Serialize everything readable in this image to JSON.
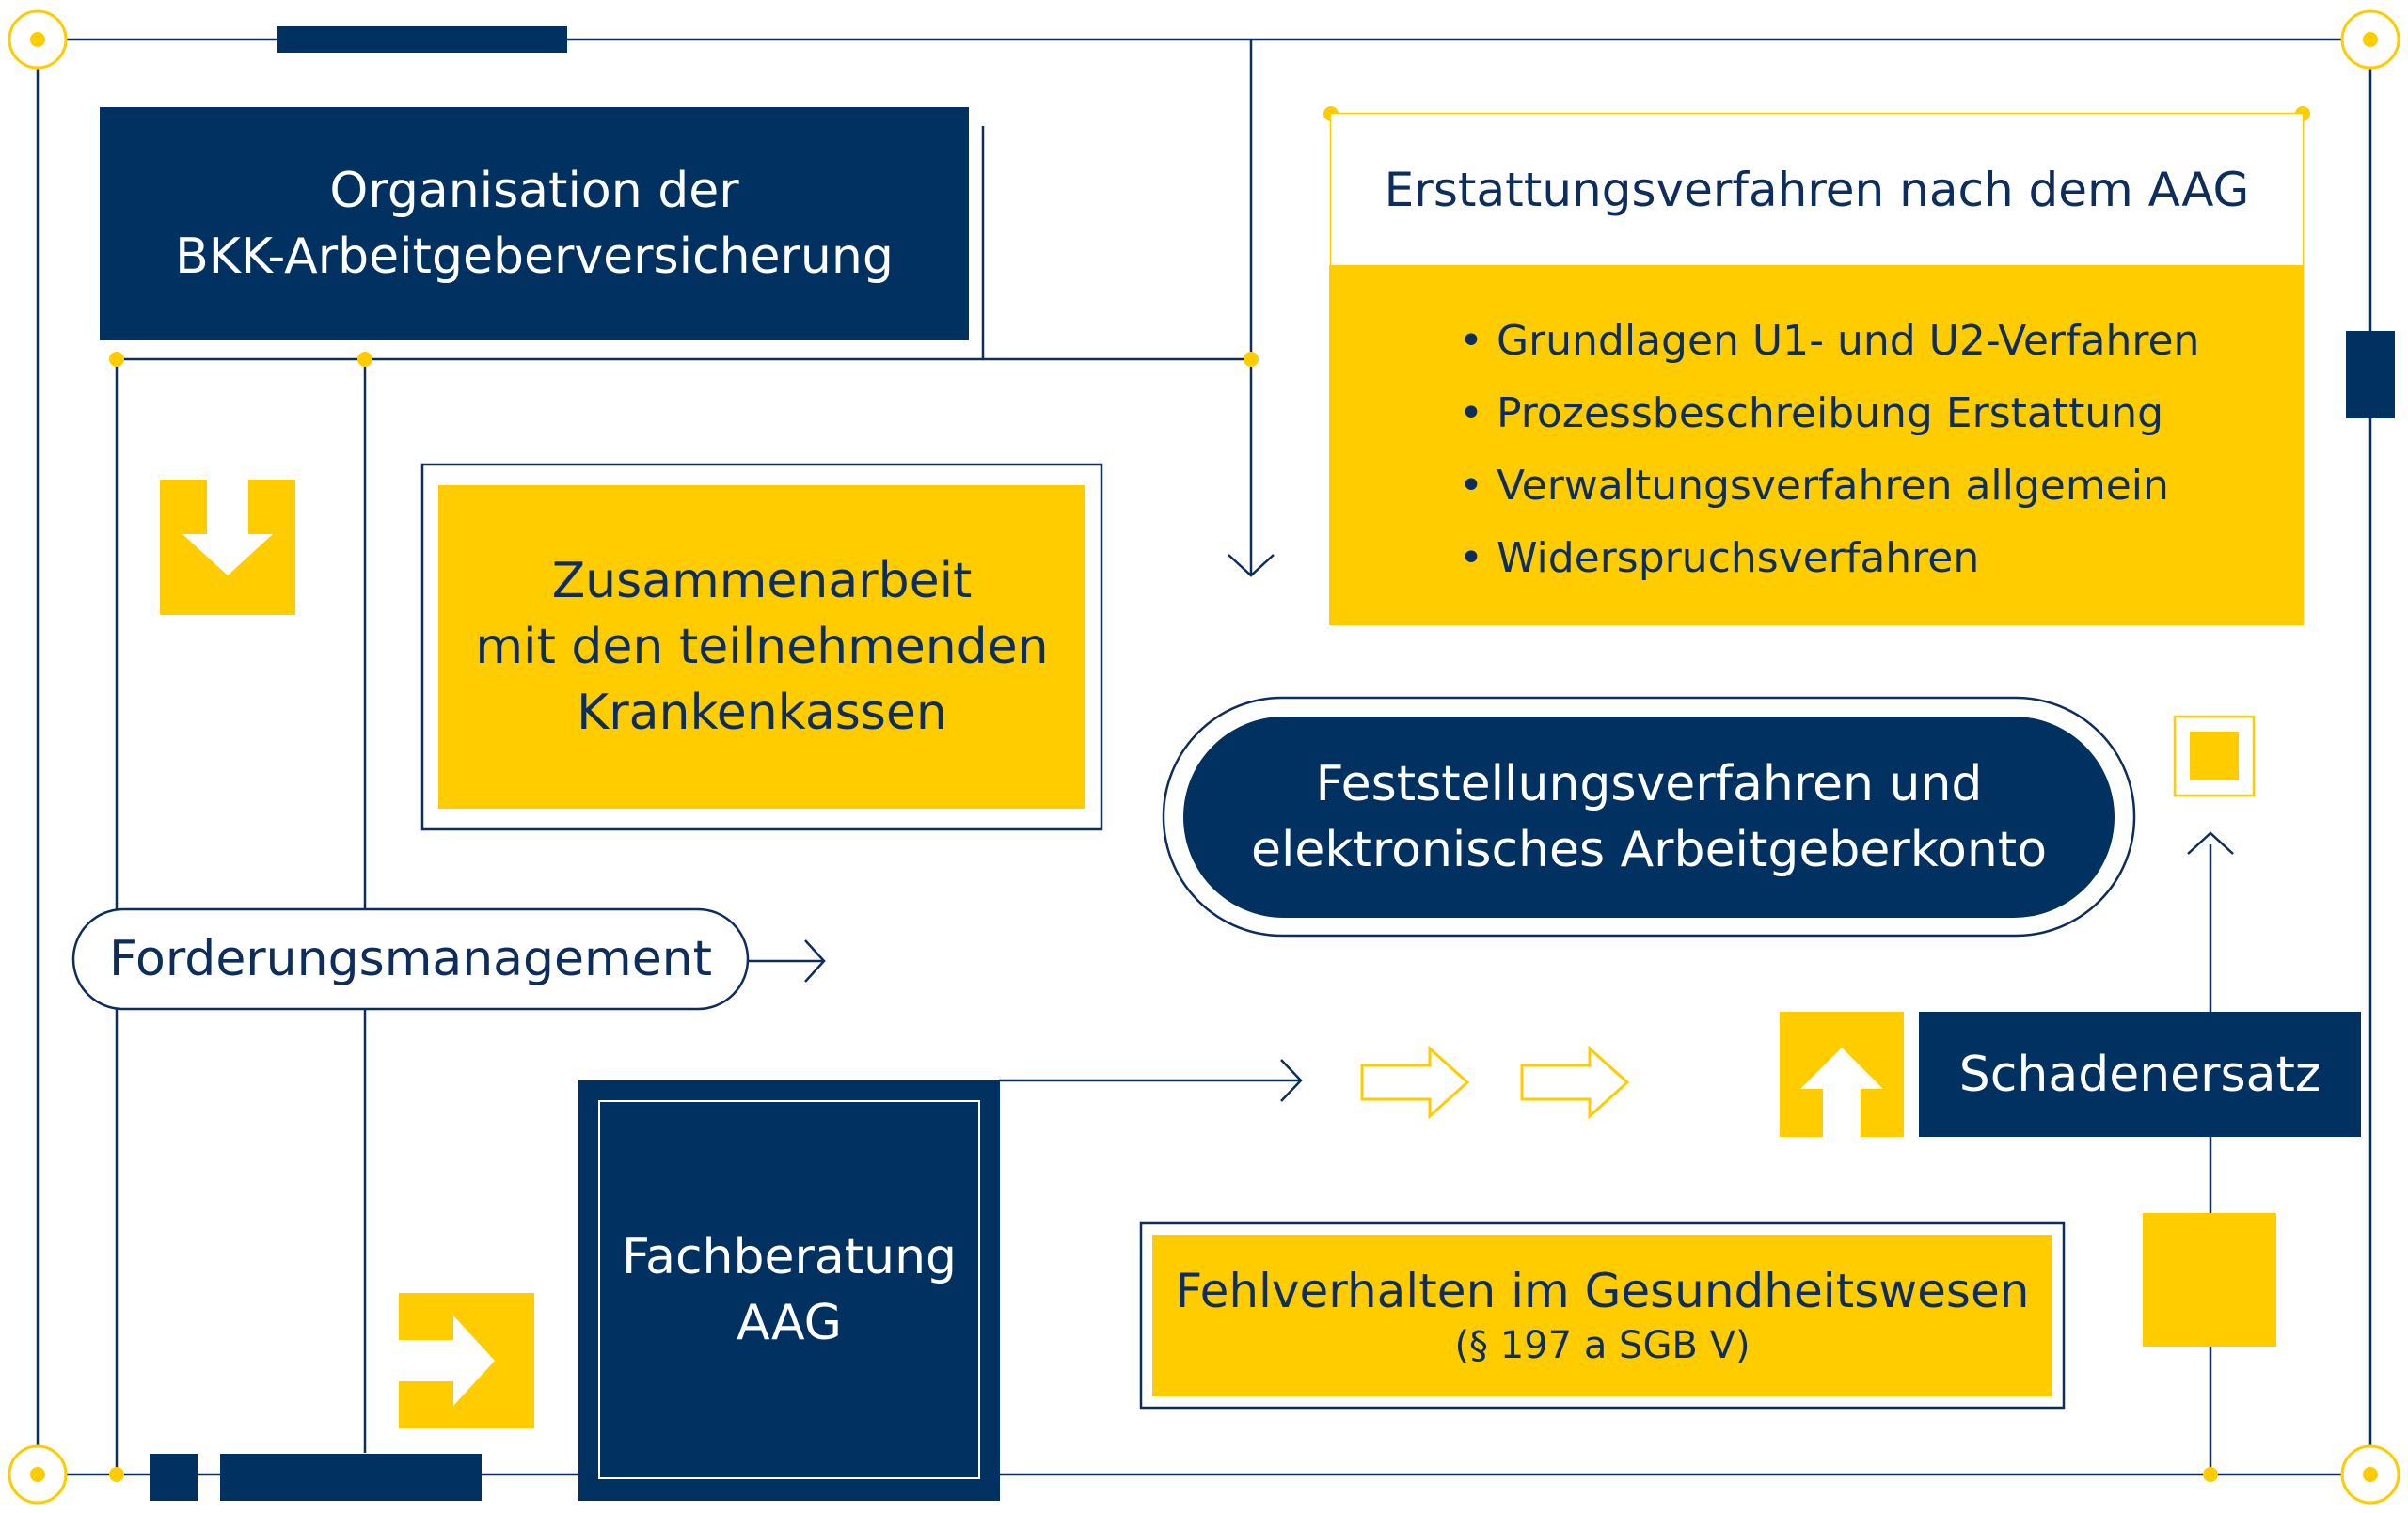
{
  "colors": {
    "navy": "#003160",
    "yellow": "#ffcc00",
    "text_dark": "#0d2e5c",
    "line": "#0d2e5c"
  },
  "boxes": {
    "organisation": {
      "line1": "Organisation der",
      "line2": "BKK-Arbeitgeberversicherung"
    },
    "erstattung": {
      "title": "Erstattungsverfahren nach dem AAG",
      "bullets": [
        "Grundlagen U1- und U2-Verfahren",
        "Prozessbeschreibung Erstattung",
        "Verwaltungsverfahren allgemein",
        "Widerspruchsverfahren"
      ]
    },
    "zusammenarbeit": {
      "line1": "Zusammenarbeit",
      "line2": "mit den teilnehmenden",
      "line3": "Krankenkassen"
    },
    "feststellung": {
      "line1": "Feststellungsverfahren und",
      "line2": "elektronisches Arbeitgeberkonto"
    },
    "forderung": {
      "label": "Forderungsmanagement"
    },
    "schadenersatz": {
      "label": "Schadenersatz"
    },
    "fachberatung": {
      "line1": "Fachberatung",
      "line2": "AAG"
    },
    "fehlverhalten": {
      "line1": "Fehlverhalten im Gesundheitswesen",
      "line2": "(§ 197 a SGB V)"
    }
  },
  "icons": [
    "arrow-down-icon",
    "arrow-right-icon",
    "arrow-up-icon",
    "outline-arrow-right-icon"
  ]
}
